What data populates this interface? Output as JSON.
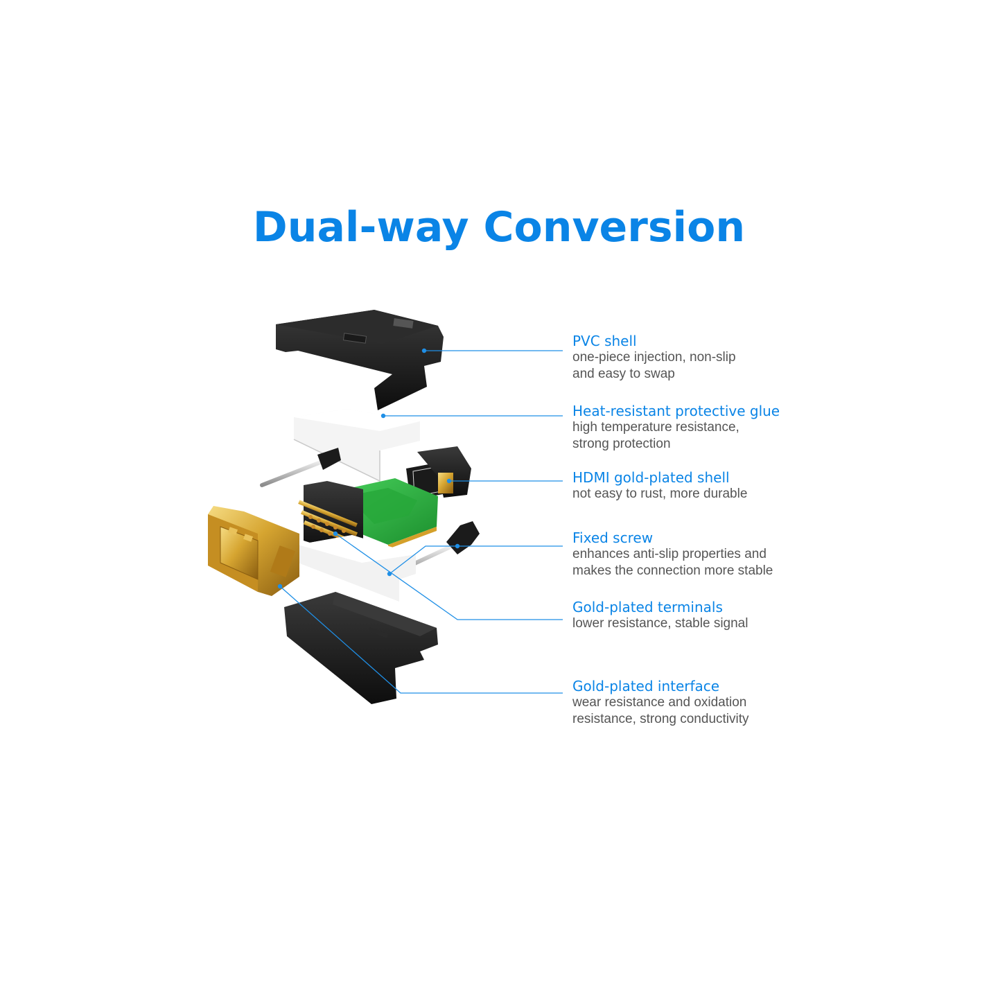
{
  "title": "Dual-way Conversion",
  "colors": {
    "accent": "#0a84e6",
    "text": "#555555"
  },
  "callouts": [
    {
      "heading": "PVC shell",
      "description": "one-piece injection, non-slip\nand easy to swap"
    },
    {
      "heading": "Heat-resistant protective glue",
      "description": "high temperature resistance,\nstrong protection"
    },
    {
      "heading": "HDMI gold-plated shell",
      "description": "not easy to rust, more durable"
    },
    {
      "heading": "Fixed screw",
      "description": "enhances anti-slip properties and\nmakes the connection more stable"
    },
    {
      "heading": "Gold-plated terminals",
      "description": " lower resistance, stable signal"
    },
    {
      "heading": "Gold-plated interface",
      "description": "wear resistance and oxidation\nresistance, strong conductivity"
    }
  ]
}
